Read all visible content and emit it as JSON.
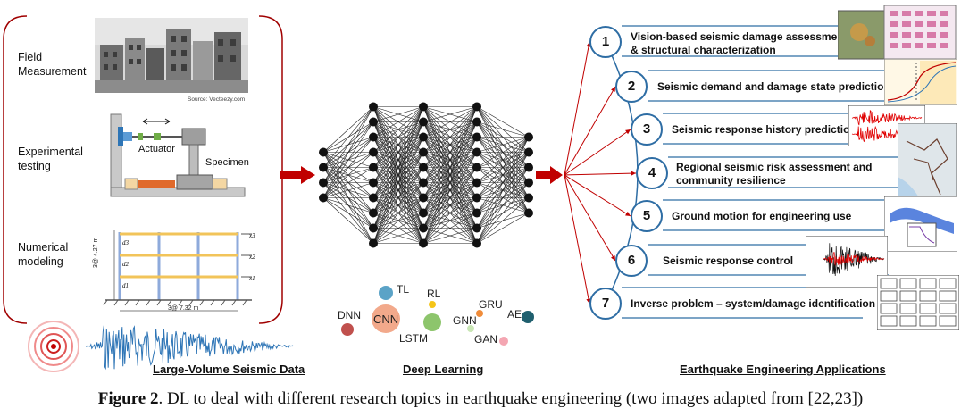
{
  "left_panel": {
    "items": [
      {
        "label_line1": "Field",
        "label_line2": "Measurement"
      },
      {
        "label_line1": "Experimental",
        "label_line2": "testing"
      },
      {
        "label_line1": "Numerical",
        "label_line2": "modeling"
      }
    ],
    "photo_credit": "Source: Vecteezy.com",
    "actuator_label": "Actuator",
    "specimen_label": "Specimen",
    "frame": {
      "dim_vertical": "3@ 4.27 m",
      "dim_horizontal": "3@ 7.32 m",
      "floor_labels": [
        "d3",
        "d2",
        "d1"
      ],
      "x_labels": [
        "x3",
        "x2",
        "x1"
      ]
    },
    "section_title": "Large-Volume Seismic Data"
  },
  "middle_panel": {
    "section_title": "Deep Learning",
    "models": [
      "TL",
      "RL",
      "DNN",
      "CNN",
      "LSTM",
      "GRU",
      "GNN",
      "AE",
      "GAN"
    ]
  },
  "right_panel": {
    "section_title": "Earthquake Engineering Applications",
    "applications": [
      {
        "number": "1",
        "line1": "Vision-based seismic damage assessment",
        "line2": "& structural characterization"
      },
      {
        "number": "2",
        "line1": "Seismic demand and damage state prediction",
        "line2": ""
      },
      {
        "number": "3",
        "line1": "Seismic response history prediction",
        "line2": ""
      },
      {
        "number": "4",
        "line1": "Regional seismic risk assessment and",
        "line2": "community resilience"
      },
      {
        "number": "5",
        "line1": "Ground motion for engineering use",
        "line2": ""
      },
      {
        "number": "6",
        "line1": "Seismic response control",
        "line2": ""
      },
      {
        "number": "7",
        "line1": "Inverse problem – system/damage identification",
        "line2": ""
      }
    ]
  },
  "caption": {
    "bold": "Figure 2",
    "text": ". DL to deal with different research topics in earthquake engineering (two images adapted from [22,23])"
  },
  "colors": {
    "accent_red": "#c00000",
    "circle_border": "#2e6da4",
    "panel_border": "#a00000"
  }
}
